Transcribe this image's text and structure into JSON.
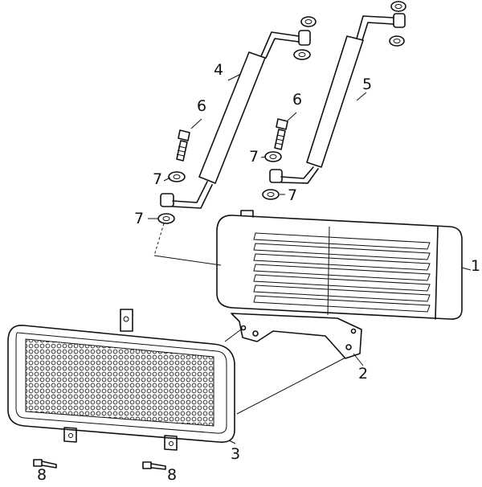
{
  "diagram": {
    "type": "exploded-parts-view",
    "callouts": [
      {
        "id": "label-1",
        "text": "1",
        "part": "oil-cooler"
      },
      {
        "id": "label-2",
        "text": "2",
        "part": "cooler-bracket"
      },
      {
        "id": "label-3",
        "text": "3",
        "part": "radiator-guard"
      },
      {
        "id": "label-4",
        "text": "4",
        "part": "oil-hose-left"
      },
      {
        "id": "label-5",
        "text": "5",
        "part": "oil-hose-right"
      },
      {
        "id": "label-6a",
        "text": "6",
        "part": "banjo-bolt-left"
      },
      {
        "id": "label-6b",
        "text": "6",
        "part": "banjo-bolt-right"
      },
      {
        "id": "label-7a",
        "text": "7",
        "part": "washer-upper-left"
      },
      {
        "id": "label-7b",
        "text": "7",
        "part": "washer-lower-left"
      },
      {
        "id": "label-7c",
        "text": "7",
        "part": "washer-upper-right"
      },
      {
        "id": "label-7d",
        "text": "7",
        "part": "washer-lower-right"
      },
      {
        "id": "label-8a",
        "text": "8",
        "part": "bolt-left"
      },
      {
        "id": "label-8b",
        "text": "8",
        "part": "bolt-right"
      }
    ]
  }
}
